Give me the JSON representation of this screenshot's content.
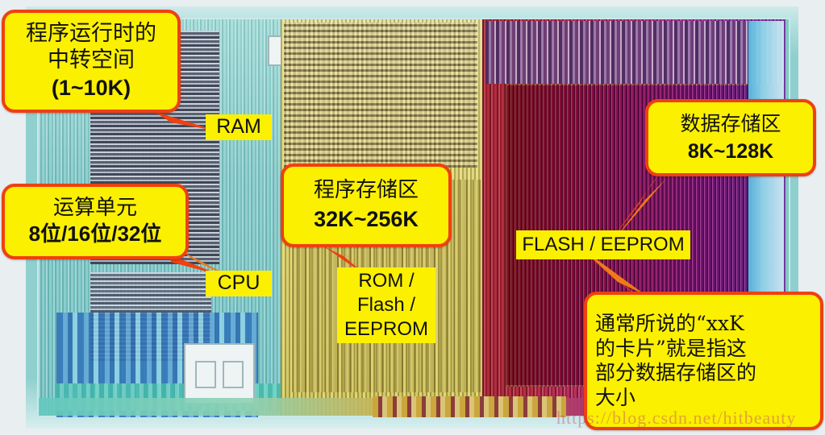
{
  "image": {
    "subject": "microcontroller-die-photo",
    "watermark": "https://blog.csdn.net/hitbeauty"
  },
  "callouts": [
    {
      "id": "ram-callout",
      "line1": "程序运行时的",
      "line2": "中转空间",
      "line3": "(1~10K)"
    },
    {
      "id": "cpu-callout",
      "line1": "运算单元",
      "line2": "8位/16位/32位"
    },
    {
      "id": "rom-callout",
      "line1": "程序存储区",
      "line2": "32K~256K"
    },
    {
      "id": "flash-callout",
      "line1": "数据存储区",
      "line2": "8K~128K"
    },
    {
      "id": "card-size-callout",
      "line1": "通常所说的“xxK",
      "line2": "的卡片”就是指这",
      "line3": "部分数据存储区的",
      "line4": "大小"
    }
  ],
  "tags": {
    "ram": "RAM",
    "cpu": "CPU",
    "rom": {
      "line1": "ROM /",
      "line2": "Flash /",
      "line3": "EEPROM"
    },
    "flash": "FLASH / EEPROM"
  },
  "colors": {
    "callout_fill": "#fbf000",
    "callout_border": "#ef4010",
    "arrow": "#ef4010",
    "text": "#111111"
  }
}
